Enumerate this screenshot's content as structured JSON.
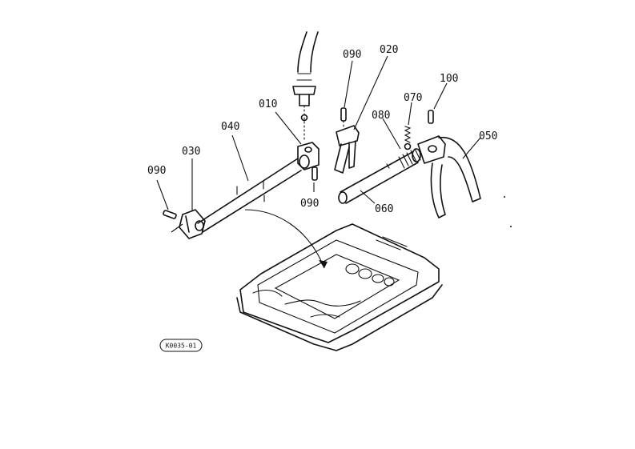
{
  "diagram": {
    "part_numbers": {
      "p010": "010",
      "p020": "020",
      "p030": "030",
      "p040": "040",
      "p050": "050",
      "p060": "060",
      "p070": "070",
      "p080": "080",
      "p090_top": "090",
      "p090_left": "090",
      "p090_mid": "090",
      "p100": "100"
    },
    "figure_code": "K0035-01"
  }
}
